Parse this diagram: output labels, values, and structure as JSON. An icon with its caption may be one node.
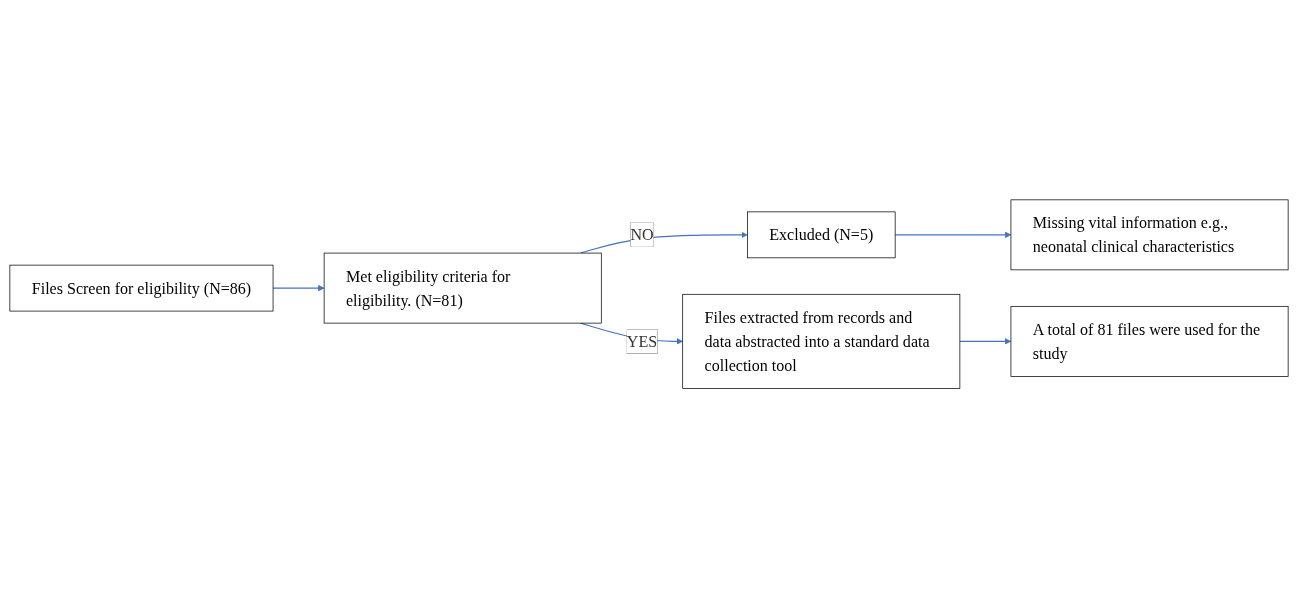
{
  "diagram": {
    "nodes": [
      {
        "text": [
          "Files Screen for eligibility (N=86)"
        ]
      },
      {
        "text": [
          "Met eligibility criteria for eligibility. (N=81)"
        ]
      },
      {
        "text": [
          "Excluded (N=5)"
        ]
      },
      {
        "text": [
          "Files extracted from records and data abstracted into a standard data collection tool"
        ]
      },
      {
        "text": [
          "Missing vital information e.g., neonatal clinical characteristics"
        ]
      },
      {
        "text": [
          "A total of 81 files were used for the study"
        ]
      }
    ],
    "edges": [
      {
        "from": 0,
        "to": 1,
        "arrow": "to"
      },
      {
        "from": 1,
        "to": 2,
        "arrow": "to",
        "label": "NO"
      },
      {
        "from": 1,
        "to": 3,
        "arrow": "to",
        "label": "YES"
      },
      {
        "from": 2,
        "to": 4,
        "arrow": "to"
      },
      {
        "from": 3,
        "to": 5,
        "arrow": "to"
      }
    ]
  }
}
